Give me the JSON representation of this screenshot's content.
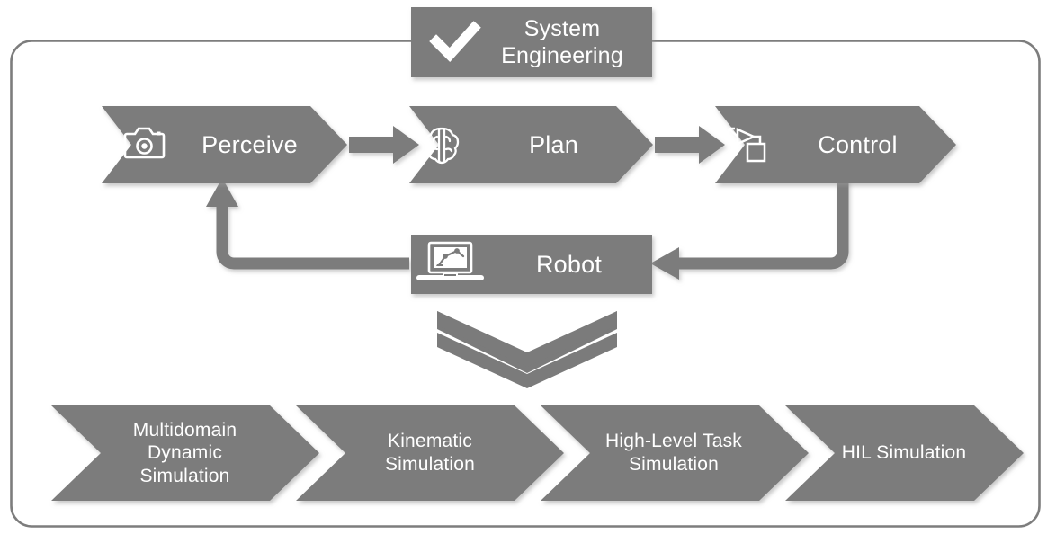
{
  "diagram": {
    "title_box": {
      "label": "System\nEngineering",
      "icon": "check-icon"
    },
    "outer_frame": {
      "name": "rounded-frame",
      "color": "#808080"
    },
    "pipeline": {
      "steps": [
        {
          "label": "Perceive",
          "icon": "camera-icon"
        },
        {
          "label": "Plan",
          "icon": "brain-icon"
        },
        {
          "label": "Control",
          "icon": "control-block-diagram-icon"
        }
      ],
      "connectors": [
        {
          "name": "perceive-to-plan-arrow",
          "direction": "right"
        },
        {
          "name": "plan-to-control-arrow",
          "direction": "right"
        }
      ]
    },
    "robot_node": {
      "label": "Robot",
      "icon": "laptop-robot-arm-icon"
    },
    "feedback": {
      "control_to_robot": {
        "name": "control-to-robot-arrow",
        "direction": "left"
      },
      "robot_to_perceive": {
        "name": "robot-to-perceive-arrow",
        "direction": "up"
      }
    },
    "chevron_stack": {
      "name": "downward-chevron-stack",
      "count": 3
    },
    "simulation_row": {
      "items": [
        {
          "label": "Multidomain\nDynamic\nSimulation"
        },
        {
          "label": "Kinematic\nSimulation"
        },
        {
          "label": "High-Level Task\nSimulation"
        },
        {
          "label": "HIL Simulation"
        }
      ]
    },
    "colors": {
      "fill": "#7b7b7b",
      "fill_light": "#808080",
      "text": "#ffffff",
      "background": "#ffffff",
      "frame": "#7d7d7d"
    }
  }
}
